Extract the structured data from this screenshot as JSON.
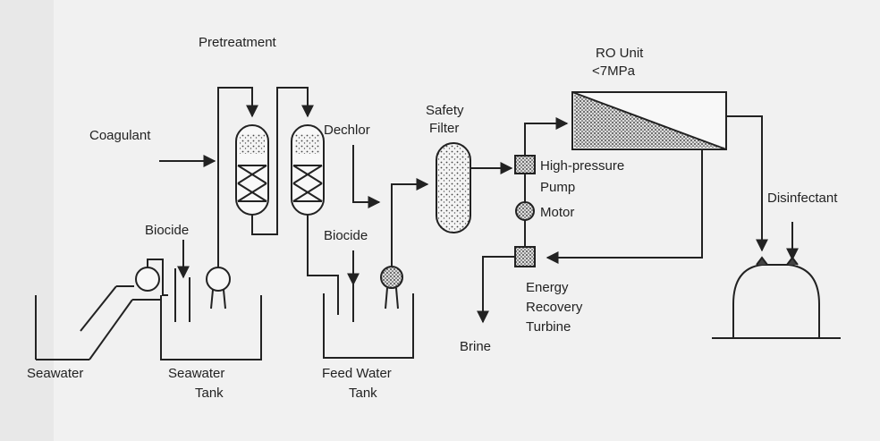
{
  "labels": {
    "pretreatment": "Pretreatment",
    "coagulant": "Coagulant",
    "biocide_left": "Biocide",
    "biocide_right": "Biocide",
    "dechlor": "Dechlor",
    "safety_filter_1": "Safety",
    "safety_filter_2": "Filter",
    "ro_unit_1": "RO Unit",
    "ro_unit_2": "<7MPa",
    "hp_pump_1": "High-pressure",
    "hp_pump_2": "Pump",
    "motor": "Motor",
    "disinfectant": "Disinfectant",
    "erturbine_1": "Energy",
    "erturbine_2": "Recovery",
    "erturbine_3": "Turbine",
    "brine": "Brine",
    "seawater": "Seawater",
    "seawater_tank_1": "Seawater",
    "seawater_tank_2": "Tank",
    "feedwater_tank_1": "Feed Water",
    "feedwater_tank_2": "Tank"
  },
  "colors": {
    "ink": "#222222",
    "background": "#f1f1f1",
    "fill_light": "#fafafa"
  }
}
